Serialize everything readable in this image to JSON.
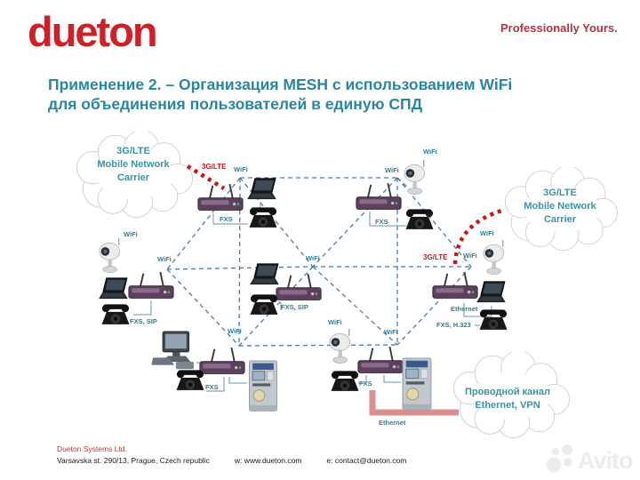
{
  "header": {
    "logo": "dueton",
    "tagline": "Professionally Yours."
  },
  "title": {
    "line1": "Применение 2. – Организация MESH с использованием WiFi",
    "line2": "для объединения пользователей в единую СПД"
  },
  "clouds": {
    "mobile_left": {
      "line1": "3G/LTE",
      "line2": "Mobile Network",
      "line3": "Carrier"
    },
    "mobile_right": {
      "line1": "3G/LTE",
      "line2": "Mobile Network",
      "line3": "Carrier"
    },
    "wired": {
      "line1": "Проводной канал",
      "line2": "Ethernet, VPN"
    }
  },
  "labels": {
    "wifi": "WiFi",
    "fxs": "FXS",
    "fxs_sip": "FXS, SIP",
    "fxs_h323": "FXS, H.323",
    "ethernet": "Ethernet",
    "lte": "3G/LTE"
  },
  "footer": {
    "company": "Dueton Systems Ltd.",
    "address": "Varsavska st. 290/13, Prague, Czech republic",
    "web": "w: www.dueton.com",
    "email": "e: contact@dueton.com"
  },
  "watermark": {
    "text": "Avito"
  },
  "colors": {
    "title_teal": "#2a86a2",
    "label_teal": "#2e7f92",
    "logo_red": "#d21f26",
    "alert_red": "#cf1216",
    "mesh_blue": "#4a7da8",
    "ethernet_pink": "#d9908f"
  }
}
